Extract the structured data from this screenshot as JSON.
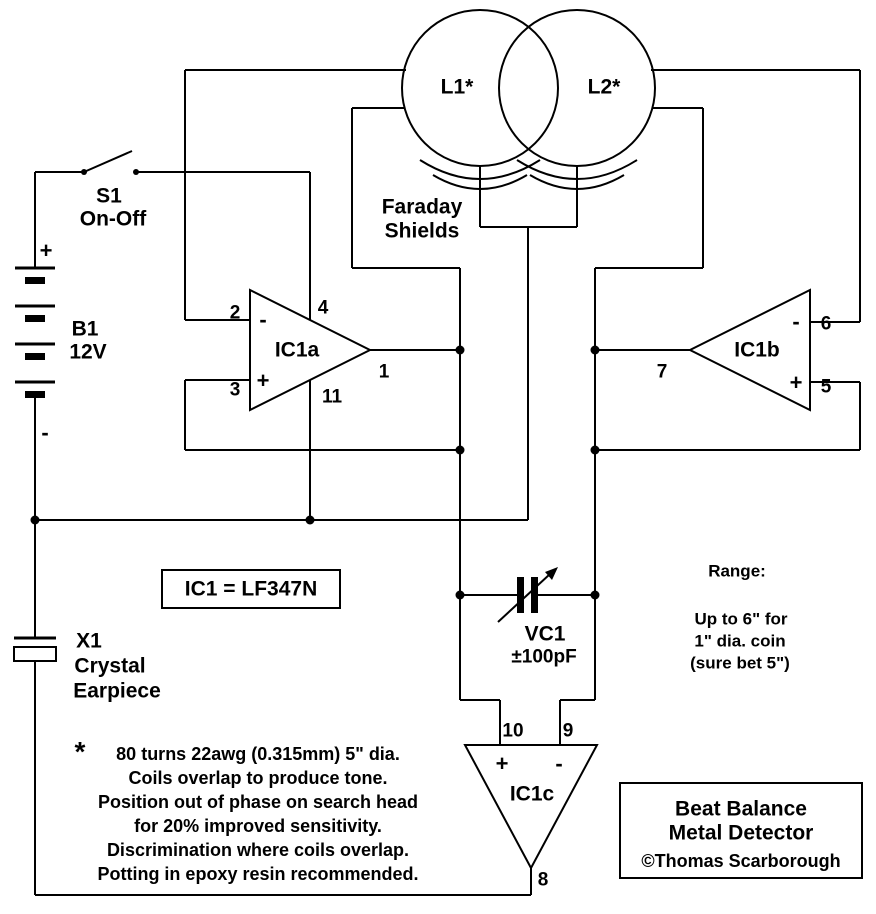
{
  "diagram": {
    "coils": {
      "l1": "L1*",
      "l2": "L2*"
    },
    "faraday": {
      "line1": "Faraday",
      "line2": "Shields"
    },
    "switch": {
      "name": "S1",
      "mode": "On-Off"
    },
    "battery": {
      "name": "B1",
      "voltage": "12V",
      "plus": "+",
      "minus": "-"
    },
    "ic1a": {
      "name": "IC1a",
      "pin_inv": "2",
      "pin_noninv": "3",
      "pin_vplus": "4",
      "pin_vminus": "11",
      "pin_out": "1",
      "minus": "-",
      "plus": "+"
    },
    "ic1b": {
      "name": "IC1b",
      "pin_inv": "6",
      "pin_noninv": "5",
      "pin_out": "7",
      "minus": "-",
      "plus": "+"
    },
    "ic1c": {
      "name": "IC1c",
      "pin_plus": "10",
      "pin_minus": "9",
      "pin_out": "8",
      "plus": "+",
      "minus": "-"
    },
    "part_label": "IC1 = LF347N",
    "vc1": {
      "name": "VC1",
      "value": "±100pF"
    },
    "earpiece": {
      "name": "X1",
      "line2": "Crystal",
      "line3": "Earpiece"
    },
    "range": {
      "title": "Range:",
      "line1": "Up to 6\" for",
      "line2": "1\" dia. coin",
      "line3": "(sure bet 5\")"
    },
    "notes": {
      "asterisk": "*",
      "lines": [
        "80 turns 22awg (0.315mm) 5\" dia.",
        "Coils overlap to produce tone.",
        "Position out of phase on search head",
        "for 20% improved sensitivity.",
        "Discrimination where coils overlap.",
        "Potting in epoxy resin recommended."
      ]
    },
    "title_box": {
      "line1": "Beat Balance",
      "line2": "Metal Detector",
      "credit": "©Thomas Scarborough"
    }
  }
}
